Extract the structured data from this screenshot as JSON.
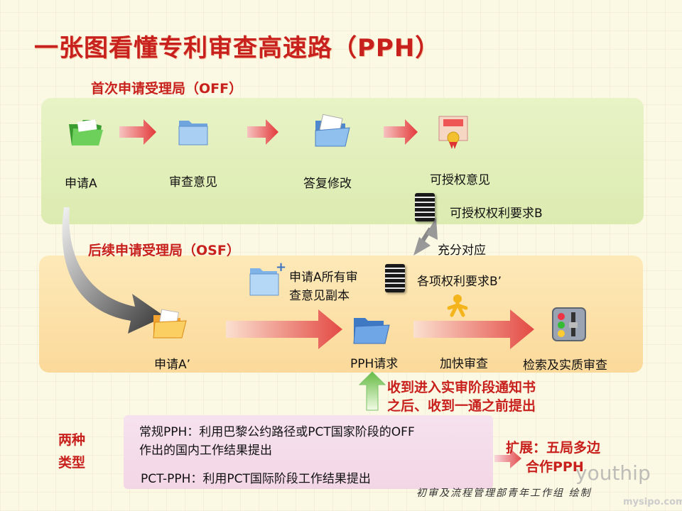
{
  "title": "一张图看懂专利审查高速路（PPH）",
  "off_section": {
    "label": "首次申请受理局（OFF）",
    "steps": [
      "申请A",
      "审查意见",
      "答复修改",
      "可授权意见"
    ]
  },
  "off_claims_label": "可授权权利要求B",
  "correspond_label": "充分对应",
  "osf_section": {
    "label": "后续申请受理局（OSF）",
    "copy_label_line1": "申请A所有审",
    "copy_label_line2": "查意见副本",
    "claims_label": "各项权利要求B’",
    "steps": [
      "申请A’",
      "PPH请求",
      "加快审查",
      "检索及实质审查"
    ]
  },
  "timing_note": {
    "line1": "收到进入实审阶段通知书",
    "line2": "之后、收到一通之前提出"
  },
  "types": {
    "label_line1": "两种",
    "label_line2": "类型",
    "regular_line1": "常规PPH：利用巴黎公约路径或PCT国家阶段的OFF",
    "regular_line2": "作出的国内工作结果提出",
    "pct": "PCT-PPH：利用PCT国际阶段工作结果提出"
  },
  "extension": {
    "line1": "扩展：五局多边",
    "line2": "合作PPH"
  },
  "credit": "初审及流程管理部青年工作组   绘制",
  "watermark": "youthip",
  "watermark_site": "mysipo.com",
  "colors": {
    "title_red": "#c8201c",
    "green_band": "#e0eeb8",
    "orange_band": "#fce3ab",
    "arrow_red": "#e0393a",
    "pink_box": "#f4dbe9"
  },
  "icons": [
    "green-folder-icon",
    "blue-folder-icon",
    "open-blue-folder-icon",
    "certificate-folder-icon",
    "document-icon",
    "new-folder-icon",
    "orange-folder-icon",
    "runner-icon",
    "control-panel-icon"
  ]
}
